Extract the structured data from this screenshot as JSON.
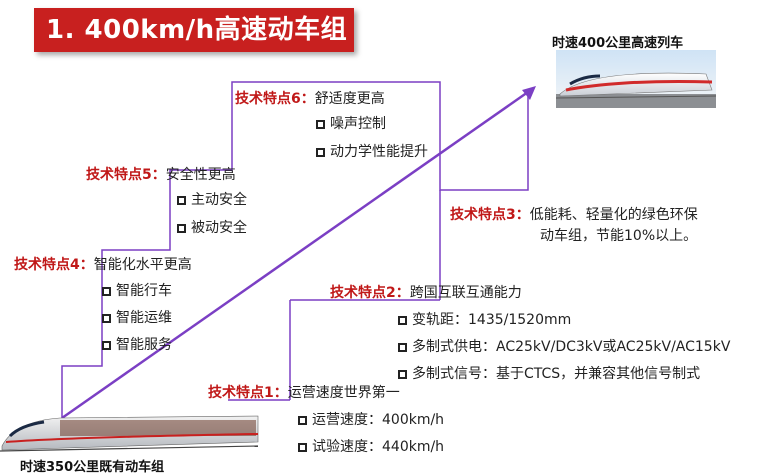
{
  "title": "1. 400km/h高速动车组",
  "trains": {
    "top_caption": "时速400公里高速列车",
    "bottom_caption": "时速350公里既有动车组"
  },
  "features": [
    {
      "label": "技术特点1：",
      "text": "运营速度世界第一",
      "items": [
        "运营速度：400km/h",
        "试验速度：440km/h"
      ]
    },
    {
      "label": "技术特点2：",
      "text": "跨国互联互通能力",
      "items": [
        "变轨距：1435/1520mm",
        "多制式供电：AC25kV/DC3kV或AC25kV/AC15kV",
        "多制式信号：基于CTCS，并兼容其他信号制式"
      ]
    },
    {
      "label": "技术特点3：",
      "text": "低能耗、轻量化的绿色环保",
      "text2": "动车组，节能10%以上。"
    },
    {
      "label": "技术特点4：",
      "text": "智能化水平更高",
      "items": [
        "智能行车",
        "智能运维",
        "智能服务"
      ]
    },
    {
      "label": "技术特点5：",
      "text": "安全性更高",
      "items": [
        "主动安全",
        "被动安全"
      ]
    },
    {
      "label": "技术特点6：",
      "text": "舒适度更高",
      "items": [
        "噪声控制",
        "动力学性能提升"
      ]
    }
  ],
  "colors": {
    "banner": "#c8201f",
    "feature_label": "#c01818",
    "stair_line": "#7b3fc4"
  }
}
